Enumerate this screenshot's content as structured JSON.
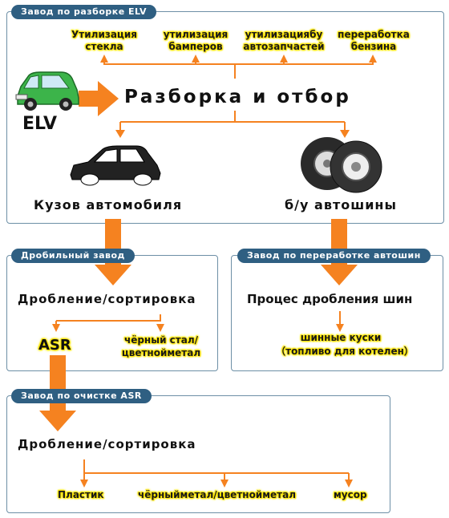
{
  "elv_plant": {
    "tab": "Завод по разборке ELV",
    "recycling": [
      "Утилизация стекла",
      "утилизация бамперов",
      "утилизациябу автозапчастей",
      "переработка бензина"
    ],
    "elv_label": "ELV",
    "main_process": "Разборка и отбор",
    "body_label": "Кузов автомобиля",
    "tires_label": "б/у автошины"
  },
  "shredder_plant": {
    "tab": "Дробильный завод",
    "process": "Дробление/сортировка",
    "asr": "ASR",
    "metal": "чёрный стал/цветнойметал"
  },
  "tire_plant": {
    "tab": "Завод по переработке автошин",
    "process": "Процес дробления шин",
    "output_line1": "шинные куски",
    "output_line2": "（топливо для котелен）"
  },
  "asr_plant": {
    "tab": "Завод по очистке ASR",
    "process": "Дробление/сортировка",
    "outputs": [
      "Пластик",
      "чёрныйметал/цветнойметал",
      "мусор"
    ]
  },
  "colors": {
    "arrow": "#f58220",
    "tab": "#2f5f82",
    "highlight": "#ffe600",
    "car": "#3cb44a"
  }
}
